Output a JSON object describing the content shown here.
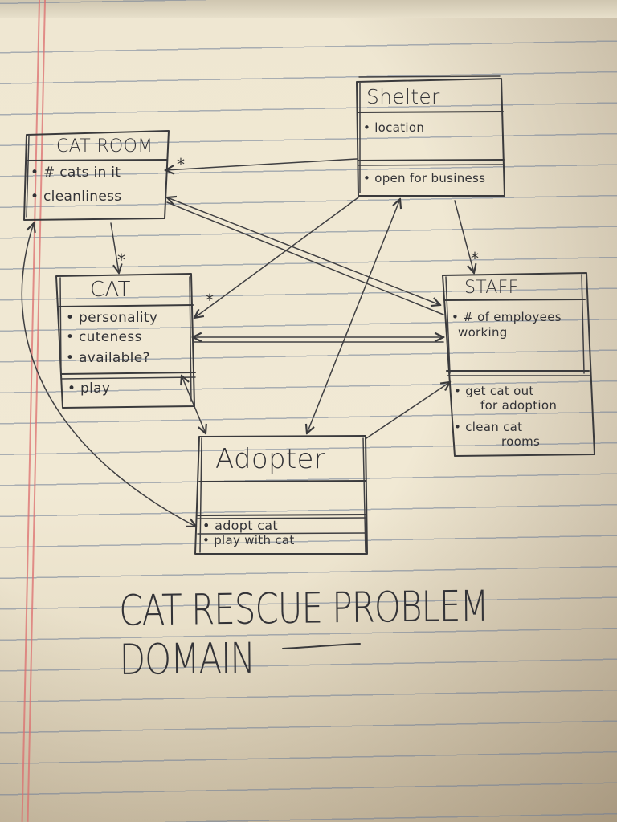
{
  "classes": {
    "shelter": {
      "name": "Shelter",
      "attributes": [
        "• location"
      ],
      "methods": [
        "• open for business"
      ]
    },
    "cat_room": {
      "name": "CAT ROOM",
      "attributes": [
        "• # cats in it",
        "• cleanliness"
      ]
    },
    "cat": {
      "name": "CAT",
      "attributes": [
        "• personality",
        "• cuteness",
        "• available?"
      ],
      "methods": [
        "• play"
      ]
    },
    "staff": {
      "name": "STAFF",
      "attributes": [
        "• # of employees",
        "working"
      ],
      "methods": [
        "• get cat out",
        "for adoption",
        "• clean cat",
        "rooms"
      ]
    },
    "adopter": {
      "name": "Adopter",
      "methods": [
        "• adopt cat",
        "• play with cat"
      ]
    }
  },
  "multiplicities": {
    "shelter_cat_room": "*",
    "cat_room_cat": "*",
    "shelter_cat": "*",
    "shelter_staff": "*"
  },
  "caption": "CAT RESCUE PROBLEM DOMAIN",
  "colors": {
    "ink": "#3a3a3c",
    "paper": "#efe7d2",
    "rule_line": "#6e7d96",
    "margin_line": "#dc6e6e"
  }
}
